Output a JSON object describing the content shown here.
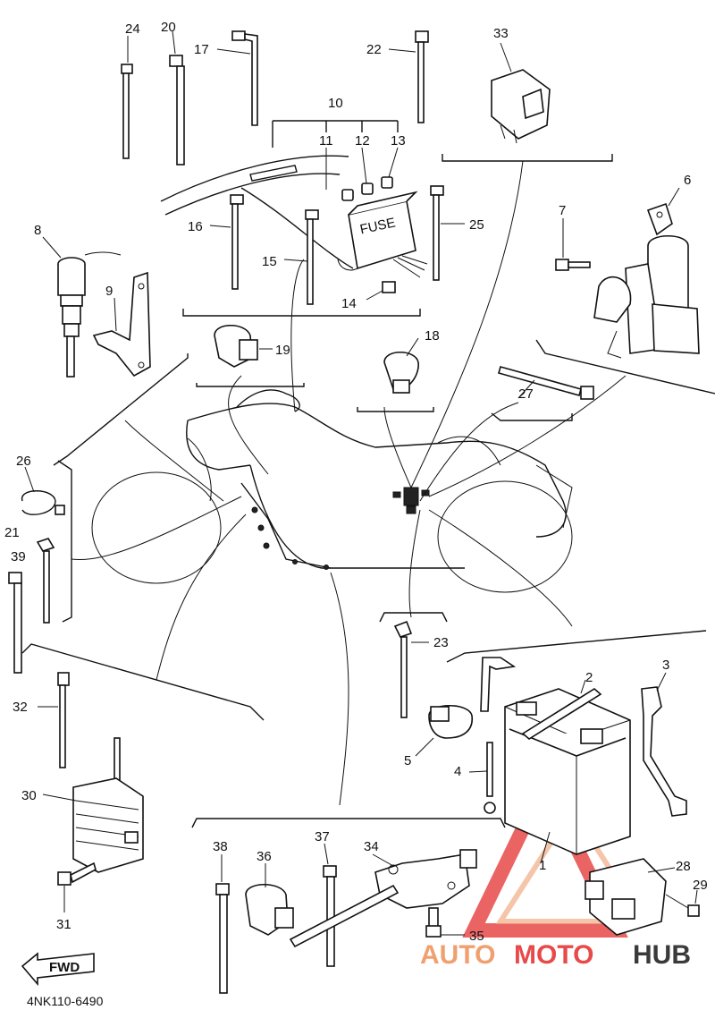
{
  "diagram": {
    "code": "4NK110-6490",
    "fwd_label": "FWD",
    "fuse_label": "FUSE",
    "watermark": {
      "text_auto": "AUTO",
      "text_moto": "MOTO",
      "text_hub": "HUB",
      "color_primary": "#e84a4a",
      "color_accent": "#f0a070",
      "color_dark": "#3a3a3a"
    },
    "labels": {
      "p1": "1",
      "p2": "2",
      "p3": "3",
      "p4": "4",
      "p5": "5",
      "p6": "6",
      "p7": "7",
      "p8": "8",
      "p9": "9",
      "p10": "10",
      "p11": "11",
      "p12": "12",
      "p13": "13",
      "p14": "14",
      "p15": "15",
      "p16": "16",
      "p17": "17",
      "p18": "18",
      "p19": "19",
      "p20": "20",
      "p21": "21",
      "p22": "22",
      "p23": "23",
      "p24": "24",
      "p25": "25",
      "p26": "26",
      "p27": "27",
      "p28": "28",
      "p29": "29",
      "p30": "30",
      "p31": "31",
      "p32": "32",
      "p33": "33",
      "p34": "34",
      "p35": "35",
      "p36": "36",
      "p37": "37",
      "p38": "38",
      "p39": "39"
    }
  }
}
